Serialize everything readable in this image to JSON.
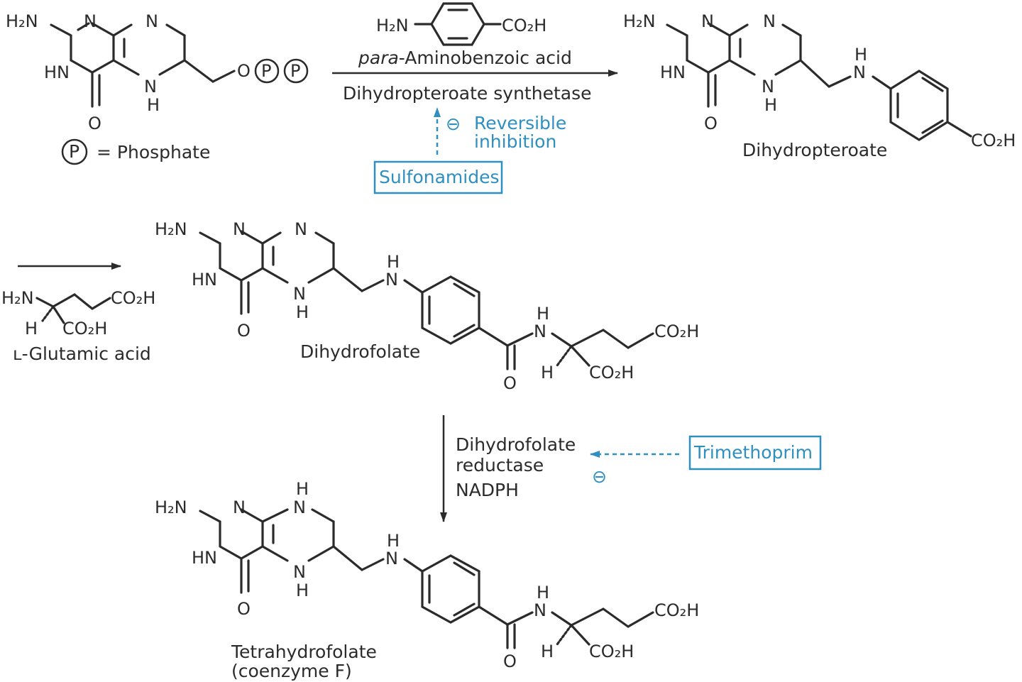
{
  "atoms": {
    "h2n": "H₂N",
    "n": "N",
    "hn": "HN",
    "h": "H",
    "o": "O",
    "p": "P",
    "co2h": "CO₂H"
  },
  "legend": {
    "phosphate": "= Phosphate"
  },
  "reagent": {
    "paba_prefix": "para",
    "paba_suffix": "-Aminobenzoic acid",
    "glutamic": "ʟ-Glutamic acid"
  },
  "enzymes": {
    "dhps": "Dihydropteroate synthetase",
    "dhfr_line1": "Dihydrofolate",
    "dhfr_line2": "reductase",
    "cofactor": "NADPH"
  },
  "inhibitors": {
    "sulfonamides": "Sulfonamides",
    "trimethoprim": "Trimethoprim",
    "inhibition_line1": "Reversible",
    "inhibition_line2": "inhibition",
    "minus": "⊖"
  },
  "products": {
    "dihydropteroate": "Dihydropteroate",
    "dihydrofolate": "Dihydrofolate",
    "thf_line1": "Tetrahydrofolate",
    "thf_line2": "(coenzyme F)"
  },
  "colors": {
    "ink": "#2b2b2b",
    "inhibitor": "#2e8fc0"
  }
}
